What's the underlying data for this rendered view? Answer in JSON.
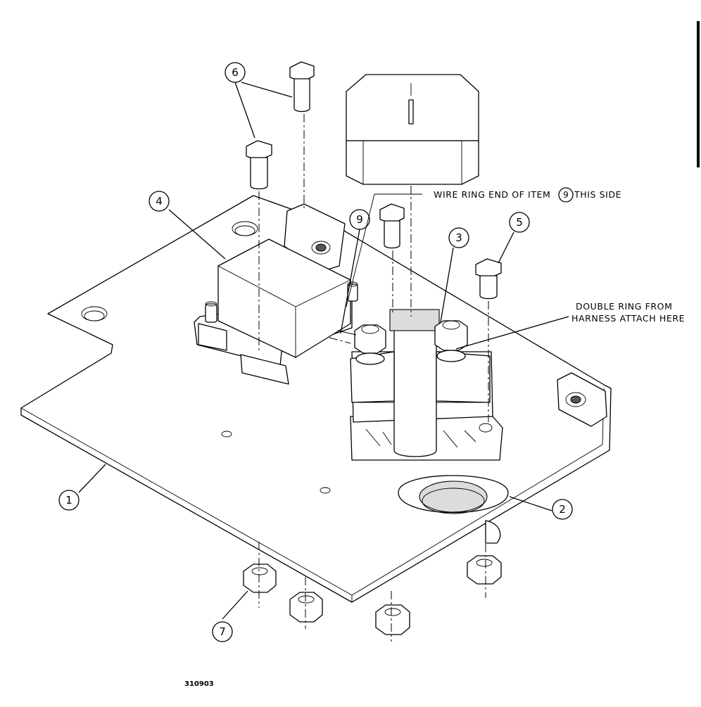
{
  "callouts": {
    "c1": "1",
    "c2": "2",
    "c3": "3",
    "c4": "4",
    "c5": "5",
    "c6": "6",
    "c7": "7",
    "c9": "9",
    "note_item": "9"
  },
  "notes": {
    "wire_ring_before": "WIRE RING END OF ITEM",
    "wire_ring_after": "THIS SIDE",
    "double_ring_line1": "DOUBLE RING FROM",
    "double_ring_line2": "HARNESS ATTACH HERE"
  },
  "drawing_number": "310903"
}
